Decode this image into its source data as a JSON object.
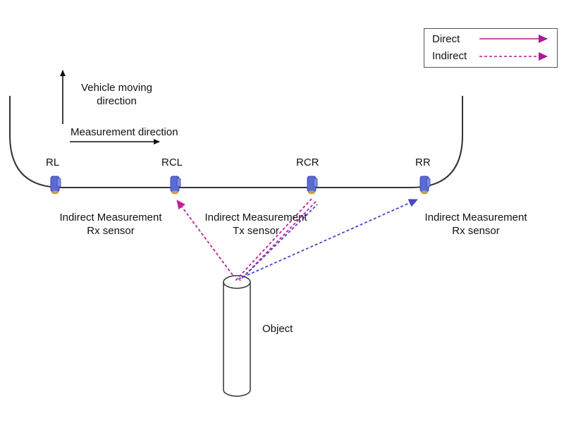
{
  "legend": {
    "direct": "Direct",
    "indirect": "Indirect"
  },
  "labels": {
    "vehicle_line1": "Vehicle moving",
    "vehicle_line2": "direction",
    "measurement_direction": "Measurement direction",
    "object": "Object"
  },
  "sensors": {
    "rl": "RL",
    "rcl": "RCL",
    "rcr": "RCR",
    "rr": "RR"
  },
  "captions": {
    "left_line1": "Indirect Measurement",
    "left_line2": "Rx sensor",
    "middle_line1": "Indirect Measurement",
    "middle_line2": "Tx sensor",
    "right_line1": "Indirect Measurement",
    "right_line2": "Rx sensor"
  },
  "colors": {
    "direct": "#b0188f",
    "indirect_pink": "#c01f9a",
    "indirect_blue": "#4a44c8",
    "sensor_body": "#5a6bd8",
    "sensor_lens": "#c9a24a"
  }
}
